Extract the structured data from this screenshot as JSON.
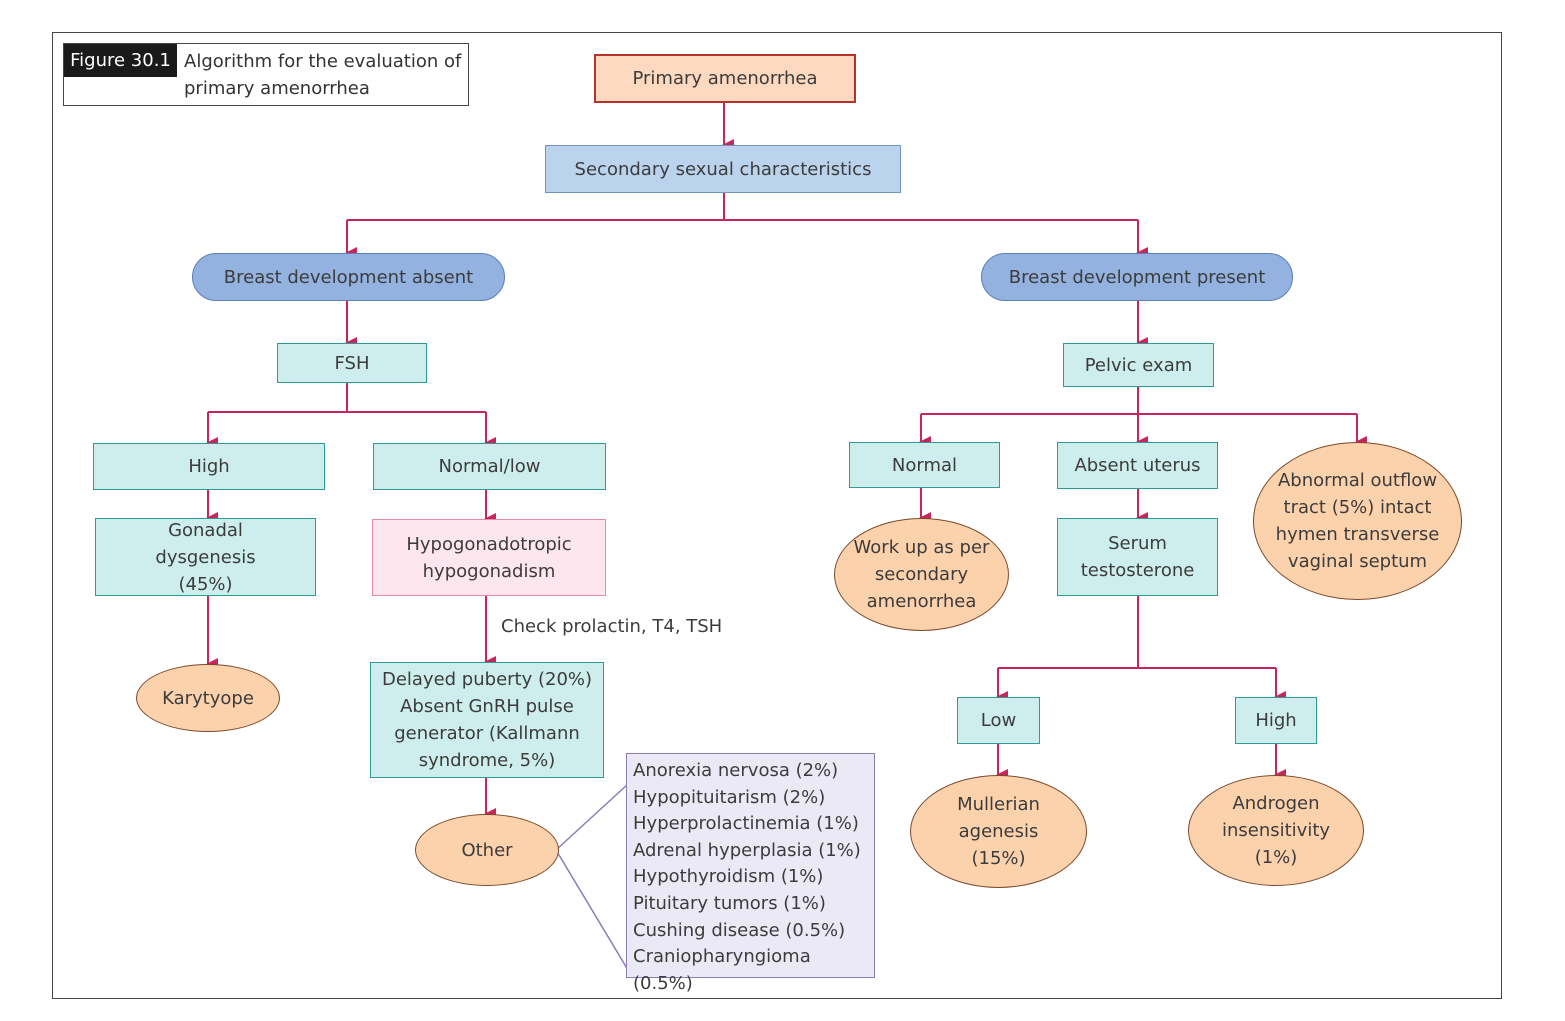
{
  "figure": {
    "label": "Figure 30.1",
    "title": "Algorithm for the evaluation of primary amenorrhea"
  },
  "nodes": {
    "primary_amenorrhea": "Primary amenorrhea",
    "secondary_sexual": "Secondary sexual characteristics",
    "breast_absent": "Breast development absent",
    "breast_present": "Breast development present",
    "fsh": "FSH",
    "high_fsh": "High",
    "normal_low": "Normal/low",
    "gonadal_dysgenesis": "Gonadal dysgenesis (45%)",
    "karytyope": "Karytyope",
    "hypogonadotropic": "Hypogonadotropic hypogonadism",
    "check_prolactin": "Check prolactin, T4, TSH",
    "delayed_puberty": "Delayed puberty (20%) Absent GnRH pulse generator (Kallmann syndrome, 5%)",
    "other": "Other",
    "other_causes": [
      "Anorexia nervosa (2%)",
      "Hypopituitarism (2%)",
      "Hyperprolactinemia (1%)",
      "Adrenal hyperplasia (1%)",
      "Hypothyroidism (1%)",
      "Pituitary tumors (1%)",
      "Cushing disease (0.5%)",
      "Craniopharyngioma (0.5%)"
    ],
    "pelvic_exam": "Pelvic exam",
    "normal": "Normal",
    "absent_uterus": "Absent uterus",
    "abnormal_outflow": "Abnormal outflow tract (5%) intact hymen transverse vaginal septum",
    "work_up": "Work up as per secondary amenorrhea",
    "serum_testosterone": "Serum testosterone",
    "low": "Low",
    "high_testosterone": "High",
    "mullerian": "Mullerian agenesis (15%)",
    "androgen": "Androgen insensitivity (1%)"
  },
  "colors": {
    "arrow": "#c8265a",
    "teal_fill": "#cdeeec",
    "blue_fill": "#bcd3ee",
    "pill_fill": "#93b2df",
    "oval_fill": "#fcd2ad",
    "pink_fill": "#fde6ee",
    "lavender_fill": "#ece9f6"
  }
}
